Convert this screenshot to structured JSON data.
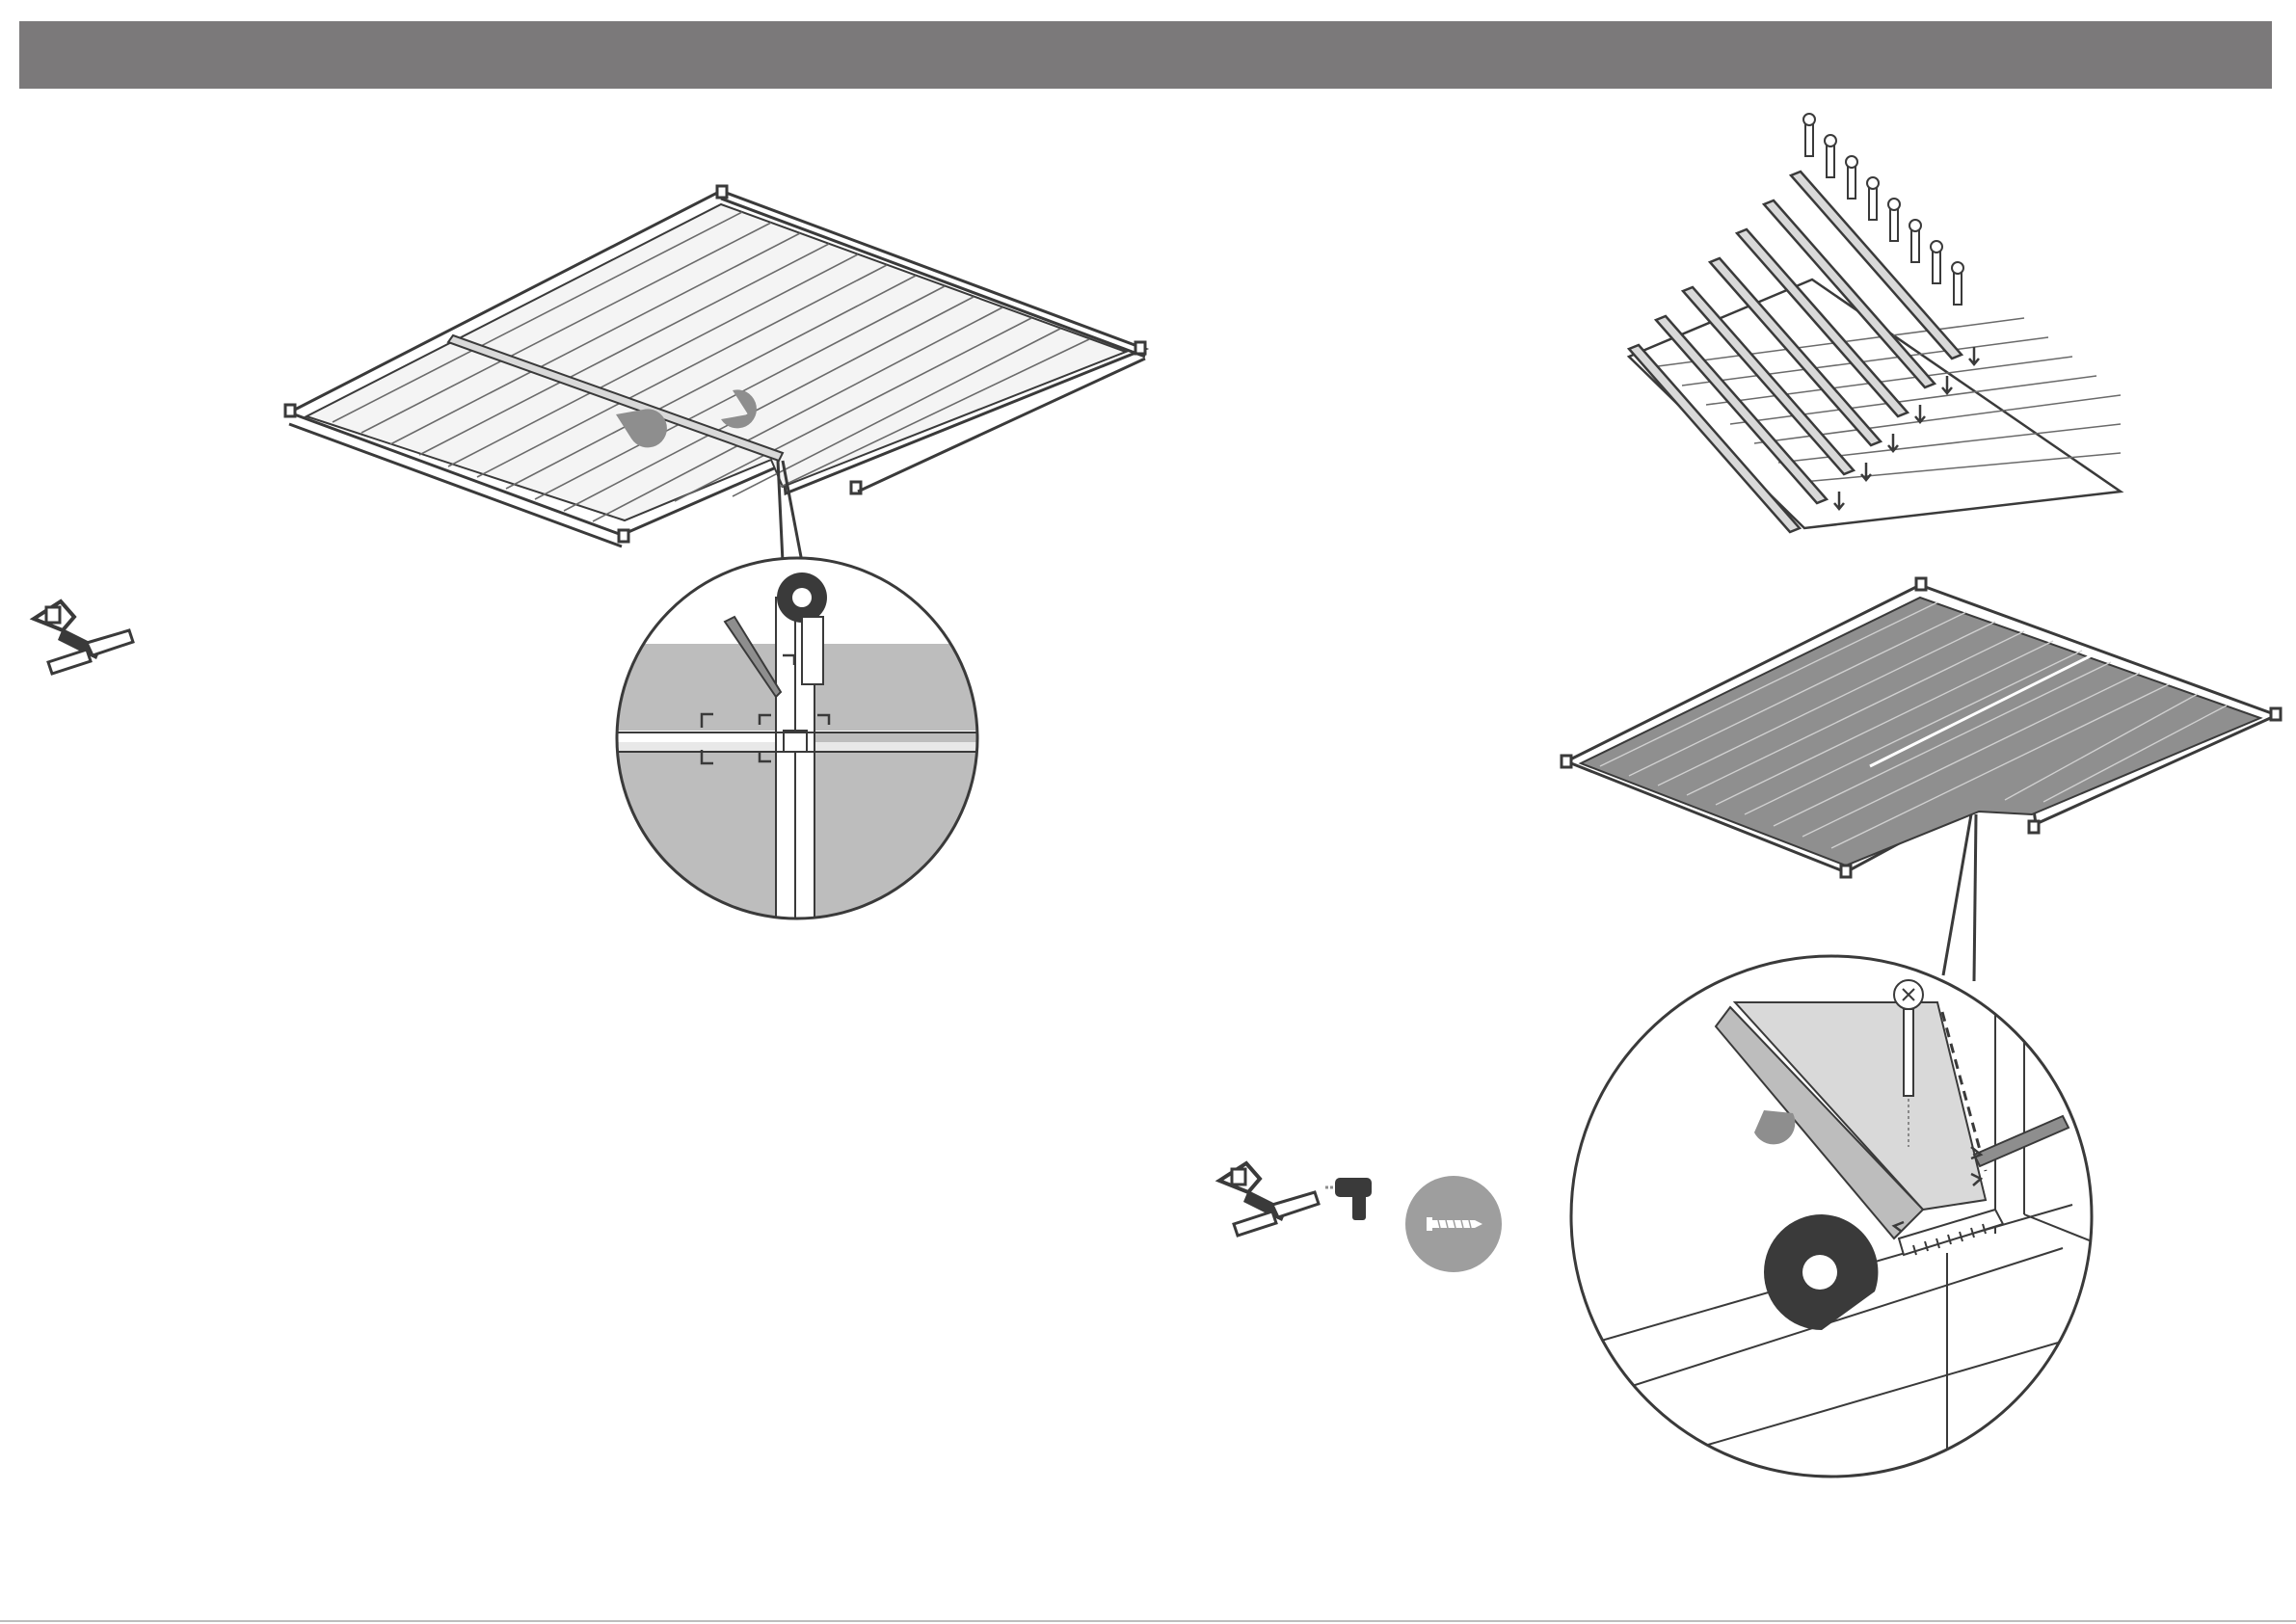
{
  "header": {
    "text": ""
  },
  "colors": {
    "header_bar": "#7b797a",
    "line": "#3a3a3a",
    "board_fill": "#d9d9d9",
    "board_dark": "#9a9a9a",
    "detail_fill": "#bdbdbd",
    "marker": "#8e8e8e",
    "tape": "#3a3a3a"
  },
  "steps": [
    {
      "id": "step-left",
      "tools": [
        "saw-icon"
      ],
      "callout": "mark-and-cut-detail"
    },
    {
      "id": "step-right",
      "tools": [
        "saw-icon",
        "drill-icon",
        "screw-icon"
      ],
      "callout": "screw-fixing-detail"
    }
  ]
}
